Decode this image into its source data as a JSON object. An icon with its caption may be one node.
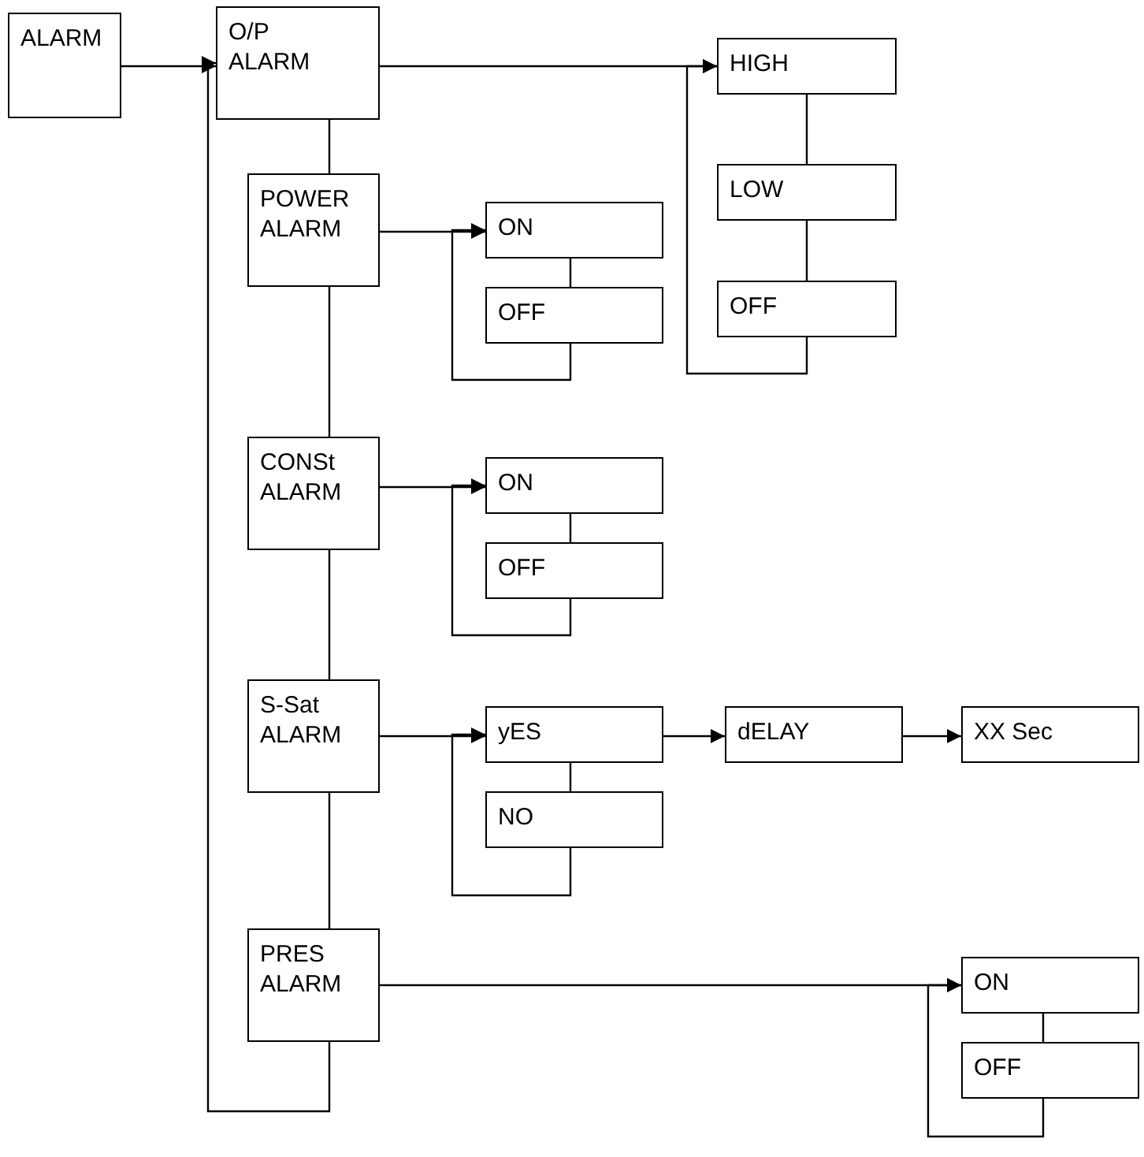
{
  "diagram": {
    "nodes": [
      {
        "text": [
          "ALARM"
        ]
      },
      {
        "text": [
          "O/P ALARM"
        ]
      },
      {
        "text": [
          "HIGH"
        ]
      },
      {
        "text": [
          "LOW"
        ]
      },
      {
        "text": [
          "OFF"
        ]
      },
      {
        "text": [
          "POWER ALARM"
        ]
      },
      {
        "text": [
          "ON"
        ]
      },
      {
        "text": [
          "OFF"
        ]
      },
      {
        "text": [
          "CONSt ALARM"
        ]
      },
      {
        "text": [
          "ON"
        ]
      },
      {
        "text": [
          "OFF"
        ]
      },
      {
        "text": [
          "S-Sat ALARM"
        ]
      },
      {
        "text": [
          "yES"
        ]
      },
      {
        "text": [
          "dELAY"
        ]
      },
      {
        "text": [
          "XX Sec"
        ]
      },
      {
        "text": [
          "NO"
        ]
      },
      {
        "text": [
          "PRES ALARM"
        ]
      },
      {
        "text": [
          "ON"
        ]
      },
      {
        "text": [
          "OFF"
        ]
      }
    ],
    "edges": [
      {
        "from": 0,
        "to": 1,
        "arrow": "to"
      },
      {
        "from": 1,
        "to": 2,
        "arrow": "to"
      },
      {
        "from": 2,
        "to": 3,
        "arrow": "none"
      },
      {
        "from": 3,
        "to": 4,
        "arrow": "none"
      },
      {
        "from": 4,
        "to": 2,
        "arrow": "to"
      },
      {
        "from": 1,
        "to": 5,
        "arrow": "none"
      },
      {
        "from": 5,
        "to": 6,
        "arrow": "to"
      },
      {
        "from": 6,
        "to": 7,
        "arrow": "none"
      },
      {
        "from": 7,
        "to": 6,
        "arrow": "to"
      },
      {
        "from": 5,
        "to": 8,
        "arrow": "none"
      },
      {
        "from": 8,
        "to": 9,
        "arrow": "to"
      },
      {
        "from": 9,
        "to": 10,
        "arrow": "none"
      },
      {
        "from": 10,
        "to": 9,
        "arrow": "to"
      },
      {
        "from": 8,
        "to": 11,
        "arrow": "none"
      },
      {
        "from": 11,
        "to": 12,
        "arrow": "to"
      },
      {
        "from": 12,
        "to": 15,
        "arrow": "none"
      },
      {
        "from": 15,
        "to": 12,
        "arrow": "to"
      },
      {
        "from": 12,
        "to": 13,
        "arrow": "to"
      },
      {
        "from": 13,
        "to": 14,
        "arrow": "to"
      },
      {
        "from": 11,
        "to": 16,
        "arrow": "none"
      },
      {
        "from": 16,
        "to": 17,
        "arrow": "to"
      },
      {
        "from": 17,
        "to": 18,
        "arrow": "none"
      },
      {
        "from": 18,
        "to": 17,
        "arrow": "to"
      },
      {
        "from": 16,
        "to": 1,
        "arrow": "to"
      }
    ]
  }
}
